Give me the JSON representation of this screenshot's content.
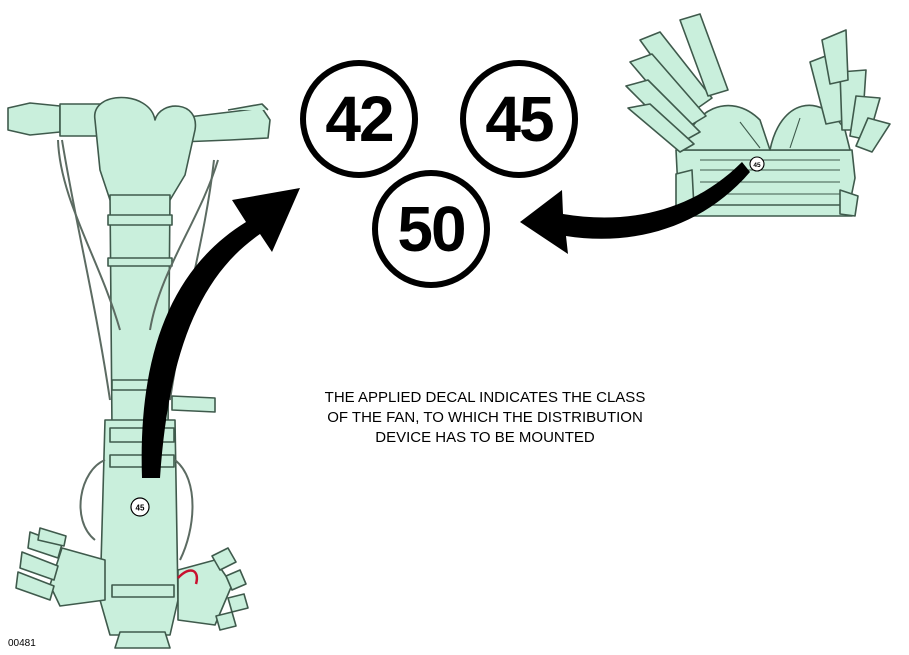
{
  "badges": {
    "left": "42",
    "right": "45",
    "bottom": "50"
  },
  "device_decal": "45",
  "caption": [
    "THE APPLIED DECAL INDICATES THE CLASS",
    "OF THE FAN, TO WHICH THE DISTRIBUTION",
    "DEVICE HAS TO BE MOUNTED"
  ],
  "figure_code": "00481",
  "colors": {
    "device_fill": "#c9efdc",
    "device_stroke": "#3f5a4c",
    "arrow": "#000000",
    "accent_red": "#c8102e"
  }
}
